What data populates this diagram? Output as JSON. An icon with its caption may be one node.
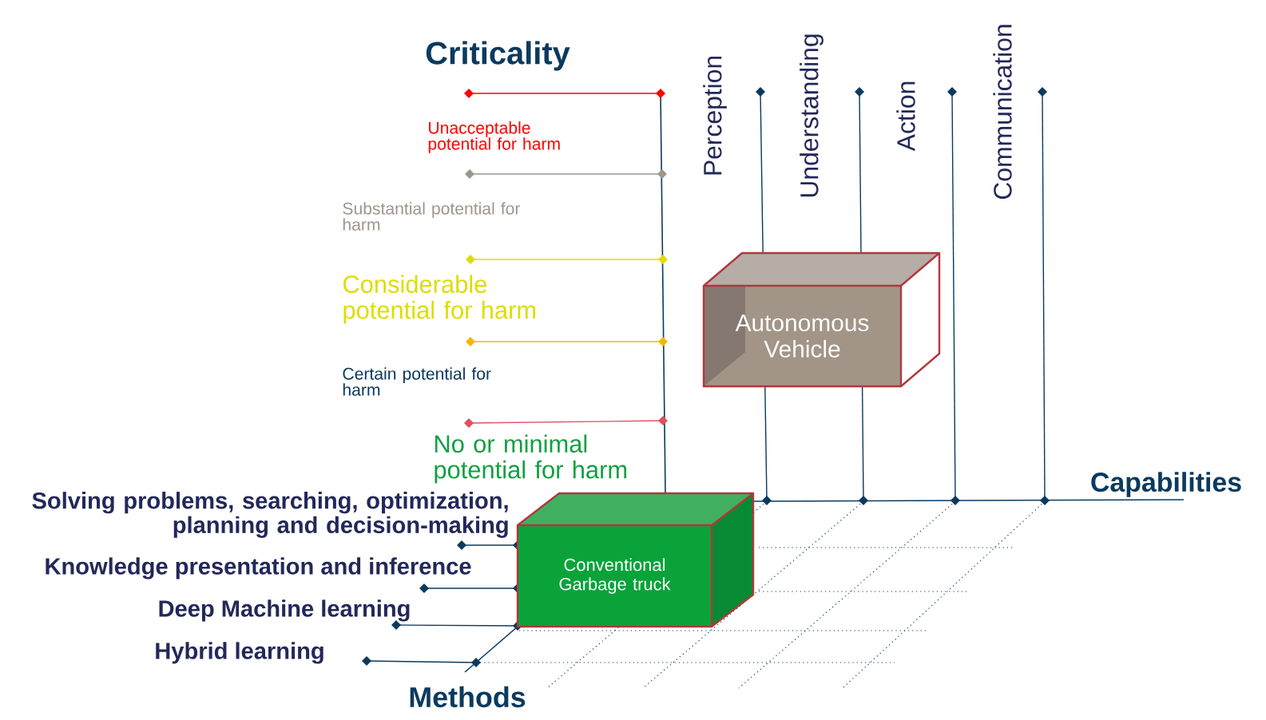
{
  "diagram": {
    "nodes": [
      {
        "text": [
          "Autonomous Vehicle"
        ]
      },
      {
        "text": [
          "Conventional Garbage truck"
        ]
      }
    ],
    "labels": [
      "Criticality",
      "Unacceptable potential for harm",
      "Substantial potential for harm",
      "Considerable potential for harm",
      "Certain potential for harm",
      "No or minimal potential for harm",
      "Perception",
      "Understanding",
      "Action",
      "Communication",
      "Capabilities",
      "Solving problems, searching, optimization, planning and decision-making",
      "Knowledge presentation and inference",
      "Deep Machine learning",
      "Hybrid learning",
      "Methods"
    ]
  }
}
